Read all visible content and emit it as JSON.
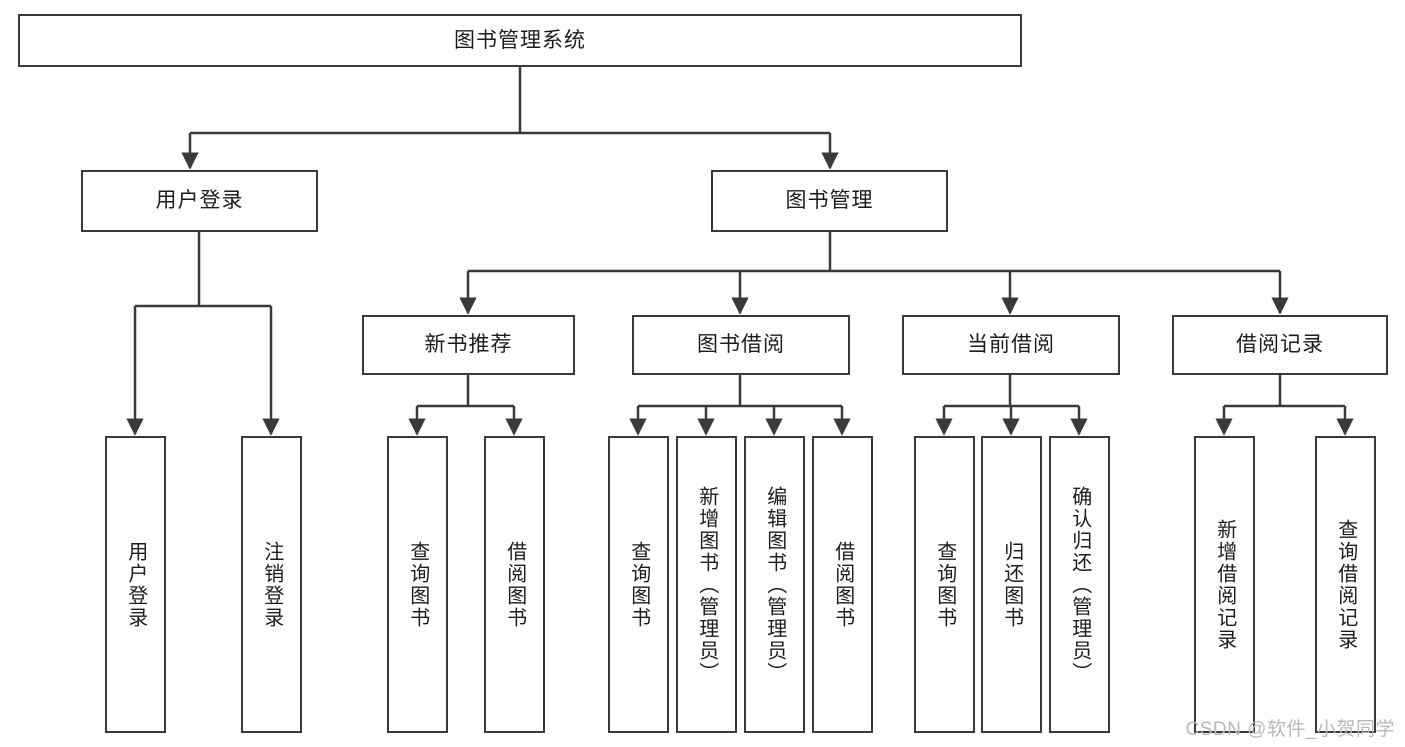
{
  "diagram": {
    "title": "图书管理系统",
    "type": "tree-hierarchy-chart",
    "style": {
      "box_border_color": "#3a3a3a",
      "box_fill_color": "#ffffff",
      "edge_color": "#3a3a3a",
      "background_color": "#ffffff",
      "text_color": "#1c1c1c"
    },
    "root": {
      "label": "图书管理系统"
    },
    "level2": [
      {
        "label": "用户登录"
      },
      {
        "label": "图书管理"
      }
    ],
    "level3": [
      {
        "label": "新书推荐"
      },
      {
        "label": "图书借阅"
      },
      {
        "label": "当前借阅"
      },
      {
        "label": "借阅记录"
      }
    ],
    "leaves": {
      "user_login": [
        {
          "label": "用户登录"
        },
        {
          "label": "注销登录"
        }
      ],
      "new_book_recommend": [
        {
          "label": "查询图书"
        },
        {
          "label": "借阅图书"
        }
      ],
      "book_borrow": [
        {
          "label": "查询图书"
        },
        {
          "label": "新增图书（管理员）"
        },
        {
          "label": "编辑图书（管理员）"
        },
        {
          "label": "借阅图书"
        }
      ],
      "current_borrow": [
        {
          "label": "查询图书"
        },
        {
          "label": "归还图书"
        },
        {
          "label": "确认归还（管理员）"
        }
      ],
      "borrow_record": [
        {
          "label": "新增借阅记录"
        },
        {
          "label": "查询借阅记录"
        }
      ]
    }
  },
  "watermark": {
    "text": "CSDN @软件_小贺同学"
  }
}
